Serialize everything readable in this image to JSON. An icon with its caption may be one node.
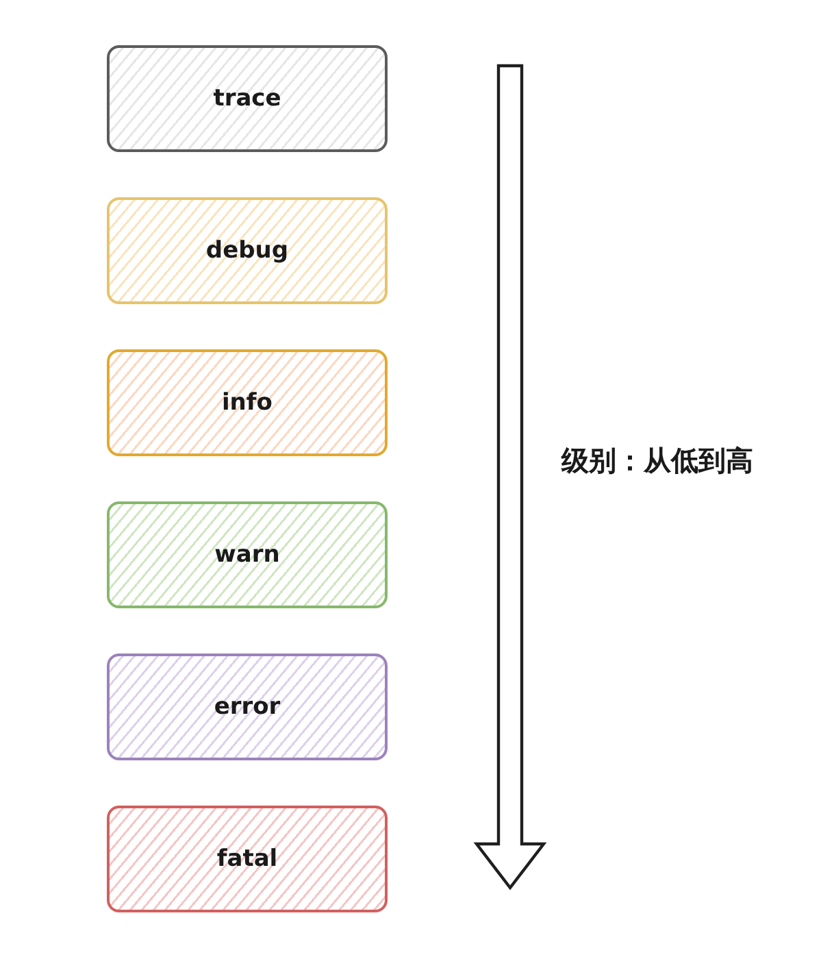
{
  "diagram": {
    "nodes": [
      {
        "text": [
          "trace"
        ]
      },
      {
        "text": [
          "debug"
        ]
      },
      {
        "text": [
          "info"
        ]
      },
      {
        "text": [
          "warn"
        ]
      },
      {
        "text": [
          "error"
        ]
      },
      {
        "text": [
          "fatal"
        ]
      }
    ],
    "labels": [
      "级别：从低到高"
    ]
  }
}
